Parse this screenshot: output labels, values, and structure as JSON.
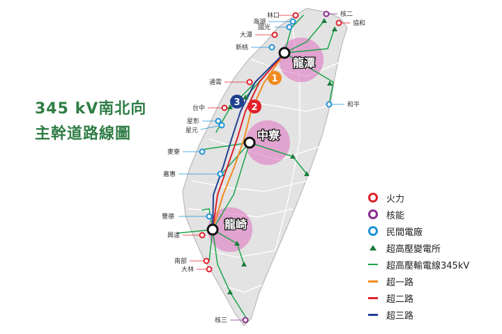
{
  "title": {
    "line1": "345 kV南北向",
    "line2": "主幹道路線圖"
  },
  "hubs": [
    {
      "name": "龍潭"
    },
    {
      "name": "中寮"
    },
    {
      "name": "龍崎"
    }
  ],
  "route_markers": [
    "1",
    "2",
    "3"
  ],
  "plant_labels": [
    {
      "text": "林口"
    },
    {
      "text": "海湖"
    },
    {
      "text": "國光"
    },
    {
      "text": "大潭"
    },
    {
      "text": "新桃"
    },
    {
      "text": "核二"
    },
    {
      "text": "協和"
    },
    {
      "text": "通霄"
    },
    {
      "text": "台中"
    },
    {
      "text": "星彰"
    },
    {
      "text": "星元"
    },
    {
      "text": "和平"
    },
    {
      "text": "麥寮"
    },
    {
      "text": "嘉惠"
    },
    {
      "text": "豐德"
    },
    {
      "text": "興達"
    },
    {
      "text": "南部"
    },
    {
      "text": "大林"
    },
    {
      "text": "核三"
    }
  ],
  "legend": [
    {
      "label": "火力",
      "symbol": "ring",
      "color": "#e0202a"
    },
    {
      "label": "核能",
      "symbol": "ring",
      "color": "#8a2a8f"
    },
    {
      "label": "民間電廠",
      "symbol": "ring",
      "color": "#1e90d6"
    },
    {
      "label": "超高壓變電所",
      "symbol": "triangle",
      "color": "#1c7c3e"
    },
    {
      "label": "超高壓輸電線345kV",
      "symbol": "line",
      "color": "#1aa34a"
    },
    {
      "label": "超一路",
      "symbol": "line-thick",
      "color": "#f28a1e"
    },
    {
      "label": "超二路",
      "symbol": "line-thick",
      "color": "#e0202a"
    },
    {
      "label": "超三路",
      "symbol": "line-thick",
      "color": "#1f3f8f"
    }
  ],
  "colors": {
    "title": "#2f7d45",
    "island": "#e3e3e3",
    "hub_glow": "#e070c0",
    "fossil": "#e0202a",
    "nuclear": "#8a2a8f",
    "private": "#1e90d6",
    "grid": "#1aa34a",
    "route1": "#f28a1e",
    "route2": "#e0202a",
    "route3": "#1f3f8f"
  }
}
